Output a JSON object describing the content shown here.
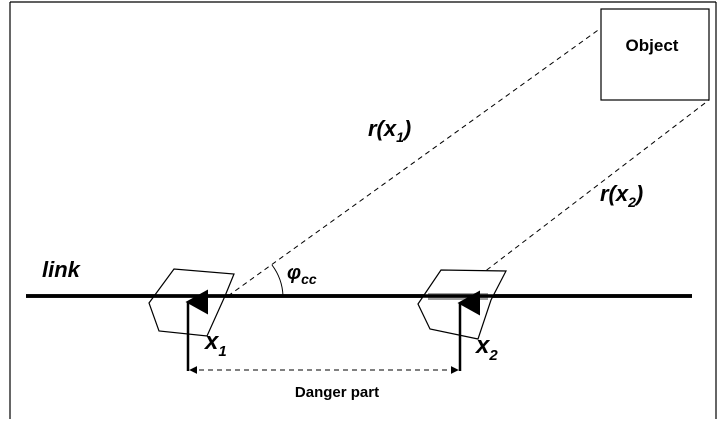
{
  "object_label": "Object",
  "link_label": "link",
  "r1": {
    "base": "r(x",
    "sub": "1",
    "close": ")"
  },
  "r2": {
    "base": "r(x",
    "sub": "2",
    "close": ")"
  },
  "angle": {
    "base": "φ",
    "sub": "cc"
  },
  "x1": {
    "base": "x",
    "sub": "1"
  },
  "x2": {
    "base": "x",
    "sub": "2"
  },
  "danger_label": "Danger part"
}
